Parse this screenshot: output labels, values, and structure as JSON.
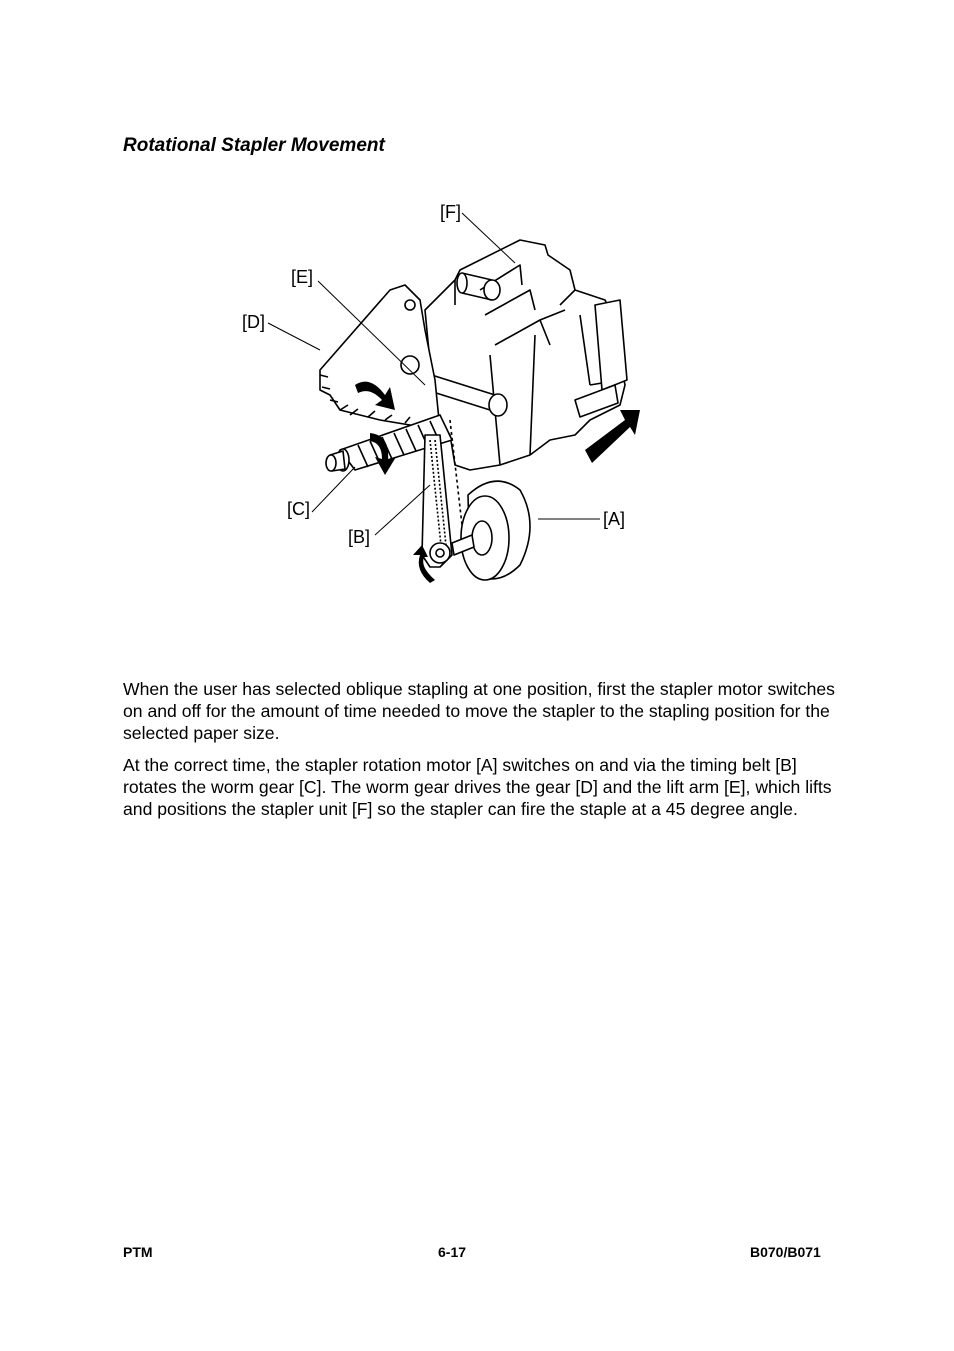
{
  "section_title": "Rotational Stapler Movement",
  "figure": {
    "callouts": {
      "a": "[A]",
      "b": "[B]",
      "c": "[C]",
      "d": "[D]",
      "e": "[E]",
      "f": "[F]"
    }
  },
  "paragraphs": [
    "When the user has selected oblique stapling at one position, first the stapler motor switches on and off for the amount of time needed to move the stapler to the stapling position for the selected paper size.",
    "At the correct time, the stapler rotation motor [A] switches on and via the timing belt [B] rotates the worm gear [C]. The worm gear drives the gear [D] and the lift arm [E], which lifts and positions the stapler unit [F] so the stapler can fire the staple at a 45 degree angle."
  ],
  "footer": {
    "left": "PTM",
    "center": "6-17",
    "right": "B070/B071"
  }
}
